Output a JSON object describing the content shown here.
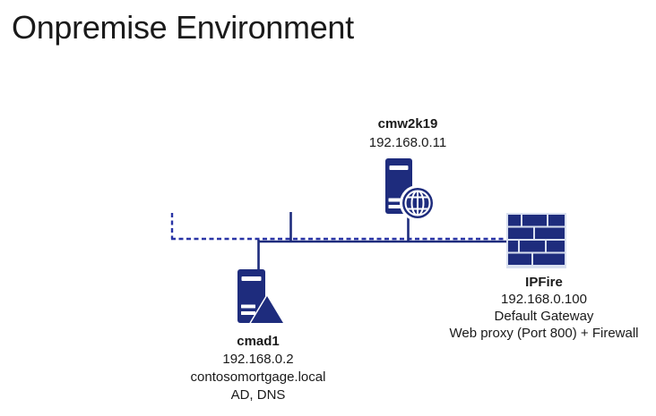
{
  "slide": {
    "title": "Onpremise Environment"
  },
  "colors": {
    "navy": "#1E2C7D",
    "dash": "#2A35A6",
    "mortar": "#D8DFEF",
    "text": "#1A1A1A",
    "bg": "#FFFFFF"
  },
  "nodes": {
    "cmw2k19": {
      "name": "cmw2k19",
      "ip": "192.168.0.11",
      "icon": "server-with-globe-icon"
    },
    "cmad1": {
      "name": "cmad1",
      "ip": "192.168.0.2",
      "domain": "contosomortgage.local",
      "roles": "AD, DNS",
      "icon": "server-with-ad-triangle-icon"
    },
    "ipfire": {
      "name": "IPFire",
      "ip": "192.168.0.100",
      "role_gateway": "Default Gateway",
      "role_proxy": "Web proxy (Port 800) + Firewall",
      "icon": "firewall-brick-wall-icon"
    }
  }
}
